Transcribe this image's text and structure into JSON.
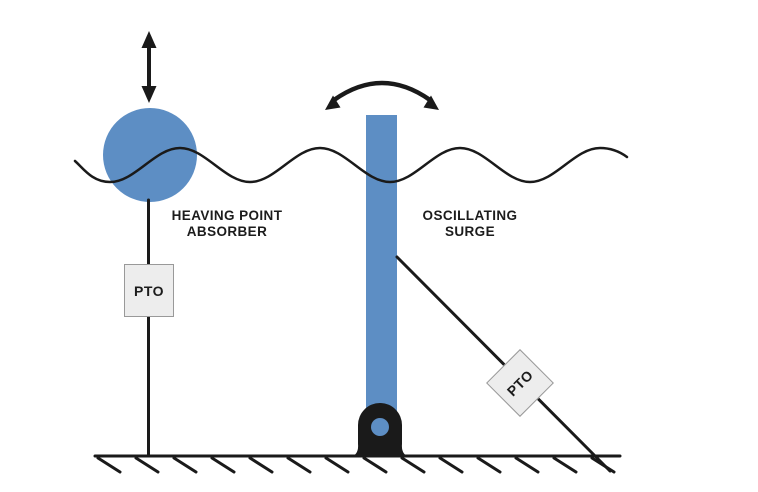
{
  "diagram": {
    "type": "wave-energy-converter-schematic",
    "labels": {
      "hpa_line1": "HEAVING POINT",
      "hpa_line2": "ABSORBER",
      "os_line1": "OSCILLATING",
      "os_line2": "SURGE"
    },
    "pto": {
      "left_label": "PTO",
      "right_label": "PTO"
    },
    "icons": {
      "heave_motion": "double-arrow-vertical-icon",
      "surge_motion": "double-arrow-arc-icon"
    },
    "colors": {
      "device_blue": "#5d8ec4",
      "line_black": "#1a1a1a",
      "pto_fill": "#ededed",
      "pto_border": "#999999",
      "text": "#1c1c1c",
      "background": "#ffffff"
    }
  }
}
